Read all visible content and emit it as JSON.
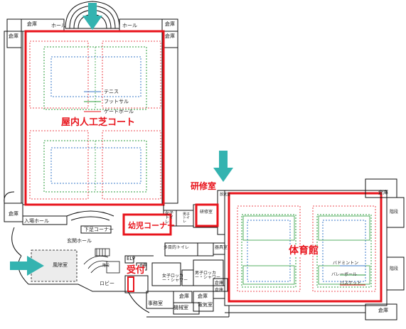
{
  "colors": {
    "highlight": "#e8141c",
    "arrow": "#34b3b0",
    "court_green": "#2e9e3e",
    "court_blue": "#3a78c8",
    "wall": "#111111"
  },
  "highlights": {
    "artificial_turf_court": "屋内人工芝コート",
    "training_room": "研修室",
    "kids_corner": "幼児コーナー",
    "reception": "受付",
    "gymnasium": "体育館"
  },
  "court_types": {
    "tennis": "テニス",
    "futsal": "フットサル",
    "gateball": "ゲートボール"
  },
  "gym_sports": {
    "badminton": "バドミントン",
    "volleyball": "バレーボール",
    "basketball": "バスケット"
  },
  "rooms": {
    "storage_tl": "倉庫",
    "hall_l": "ホール",
    "hall_r": "ホール",
    "storage_tr": "倉庫",
    "storage_l": "倉庫",
    "entrance_hall": "入場ホール",
    "lower_corner": "下足コーナー",
    "entry_hall": "玄関ホール",
    "windbreak": "風除室",
    "lobby": "ロビー",
    "elv": "ELV",
    "multipurpose_toilet": "多目的トイレ",
    "office": "事務室",
    "machine_room": "機械室",
    "storage_b1": "倉庫",
    "storage_b2": "倉庫",
    "electrical": "電気室",
    "women_toilet": "女子トイレ",
    "women_locker": "女子ロッカー・シャワー",
    "men_locker": "男子ロッカー・シャワー",
    "equipment": "器具室",
    "storage_mid": "倉庫",
    "training_small": "研修室",
    "broadcast": "放送室",
    "storage_g1": "倉庫",
    "storage_g2": "倉庫",
    "storage_g3": "倉庫",
    "storage_g4": "倉庫",
    "stairs_r1": "階段",
    "stairs_r2": "階段",
    "stairs_l": "階段",
    "men_toilet": "男子トイレ",
    "office_small": "倉庫"
  }
}
